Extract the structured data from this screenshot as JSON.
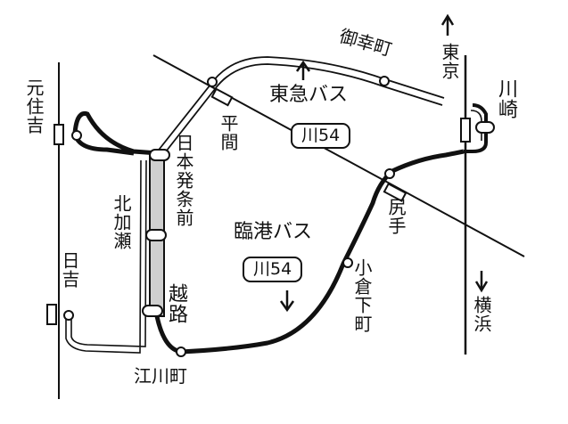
{
  "stations": {
    "motosumiyoshi": "元住吉",
    "hiyoshi": "日吉",
    "kawasaki": "川崎",
    "kitakase": "北加瀬",
    "hirama": "平間",
    "shiriteji": "尻手",
    "nippon_hatsujo": "日本発条前",
    "koshiji": "越路",
    "egawacho": "江川町",
    "ogura_shimocho": "小倉下町",
    "gokoucho": "御幸町"
  },
  "directions": {
    "tokyo": "東京",
    "yokohama": "横浜"
  },
  "bus_labels": {
    "tokyu_bus": "東急バス",
    "rinko_bus": "臨港バス"
  },
  "route_numbers": {
    "tokyu": "川54",
    "rinko": "川54"
  },
  "colors": {
    "ink": "#111111",
    "paper": "#ffffff"
  }
}
